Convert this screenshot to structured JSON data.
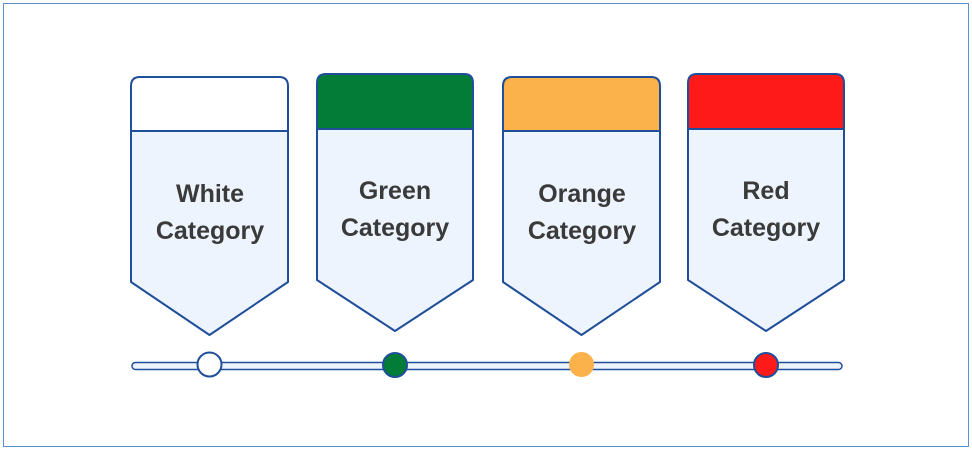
{
  "categories": [
    {
      "id": "white",
      "line1": "White",
      "line2": "Category",
      "color": "#ffffff"
    },
    {
      "id": "green",
      "line1": "Green",
      "line2": "Category",
      "color": "#037c37"
    },
    {
      "id": "orange",
      "line1": "Orange",
      "line2": "Category",
      "color": "#fcb24b"
    },
    {
      "id": "red",
      "line1": "Red",
      "line2": "Category",
      "color": "#fd1a18"
    }
  ],
  "colors": {
    "outline": "#1f4e9a",
    "body_fill": "#eef4fd",
    "frame": "#5b8fd0",
    "track": "#eef4fd"
  }
}
